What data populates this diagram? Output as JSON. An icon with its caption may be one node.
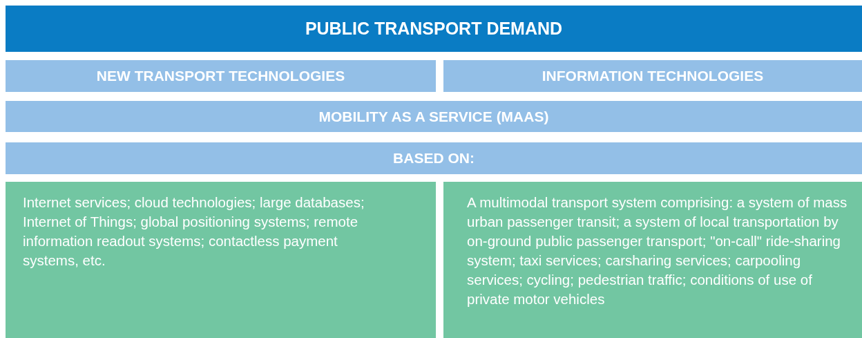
{
  "diagram": {
    "title": "PUBLIC TRANSPORT DEMAND",
    "nodes": [
      {
        "text": [
          "NEW TRANSPORT TECHNOLOGIES"
        ]
      },
      {
        "text": [
          "INFORMATION TECHNOLOGIES"
        ]
      },
      {
        "text": [
          "MOBILITY AS A SERVICE (MAAS)"
        ]
      },
      {
        "text": [
          "BASED ON:"
        ]
      },
      {
        "text": [
          "Internet services; cloud technologies; large databases; Internet of Things; global positioning systems; remote information readout systems; contactless payment systems, etc."
        ]
      },
      {
        "text": [
          "A multimodal transport system comprising: a system of mass urban passenger transit; a system of local transportation by on-ground public passenger transport; \"on-call\" ride-sharing system; taxi services; carsharing services; carpooling services; cycling; pedestrian traffic; conditions of use of private motor vehicles"
        ]
      }
    ]
  }
}
